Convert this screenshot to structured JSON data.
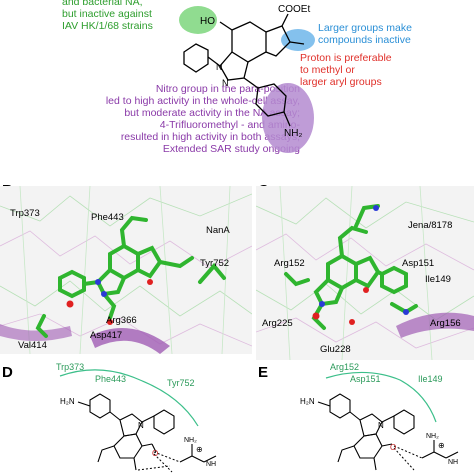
{
  "top": {
    "green_lines": [
      "and bacterial NA,",
      "but inactive against",
      "IAV HK/1/68 strains"
    ],
    "blue_lines": [
      "Larger groups make",
      "compounds inactive"
    ],
    "red_lines": [
      "Proton is preferable",
      "to methyl or",
      "larger aryl groups"
    ],
    "purple_lines": [
      "Nitro group in the para-position",
      "led to high activity in the whole-cell assay,",
      "but moderate activity in the NA assay;",
      "4-Trifluoromethyl - and amino-",
      "resulted in high activity in both assays;",
      "Extended SAR study ongoing"
    ],
    "mol": {
      "ho": "HO",
      "cooet": "COOEt",
      "n1": "N",
      "n2": "N",
      "nh2": "NH₂"
    }
  },
  "panel_b": {
    "letter": "B",
    "labels": {
      "trp373": "Trp373",
      "phe443": "Phe443",
      "nana": "NanA",
      "tyr752": "Tyr752",
      "arg366": "Arg366",
      "asp417": "Asp417",
      "val414": "Val414"
    }
  },
  "panel_c": {
    "letter": "C",
    "labels": {
      "jena": "Jena/8178",
      "arg152": "Arg152",
      "asp151": "Asp151",
      "ile149": "Ile149",
      "arg225": "Arg225",
      "arg156": "Arg156",
      "glu228": "Glu228"
    }
  },
  "panel_d": {
    "letter": "D",
    "labels": {
      "trp373": "Trp373",
      "phe443": "Phe443",
      "tyr752": "Tyr752"
    }
  },
  "panel_e": {
    "letter": "E",
    "labels": {
      "arg152": "Arg152",
      "asp151": "Asp151",
      "ile149": "Ile149"
    }
  },
  "mol2d": {
    "h2n": "H₂N",
    "n": "N",
    "o": "O",
    "nh2": "NH₂",
    "nh": "NH",
    "plus": "⊕"
  }
}
